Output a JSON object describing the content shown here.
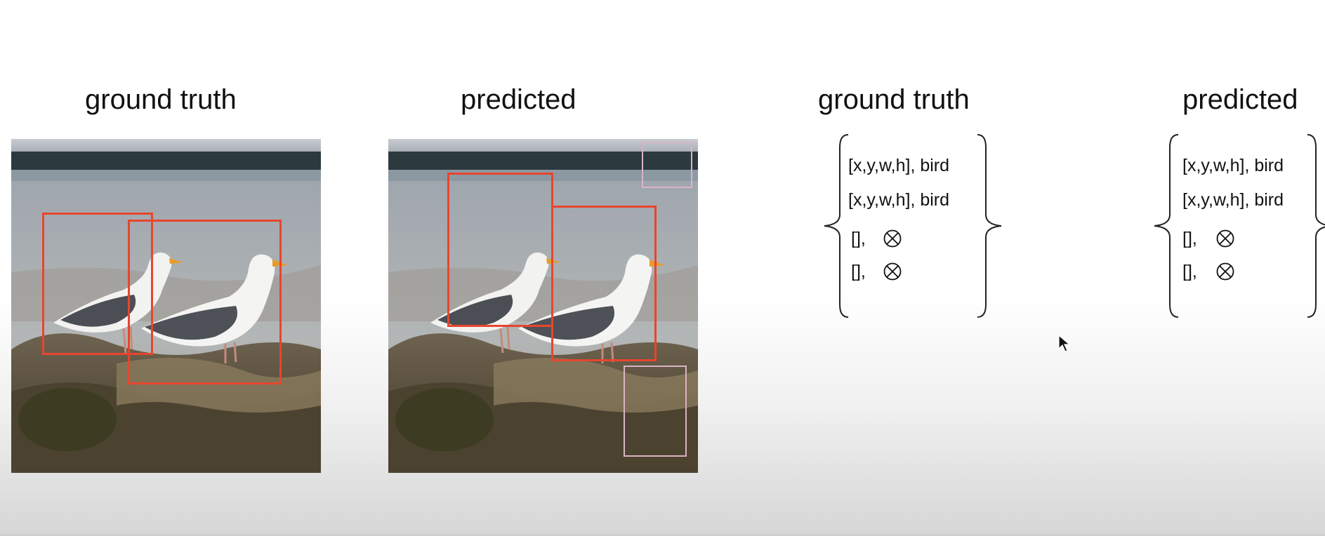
{
  "headings": {
    "image_ground_truth": "ground truth",
    "image_predicted": "predicted",
    "set_ground_truth": "ground truth",
    "set_predicted": "predicted"
  },
  "ground_truth_set": {
    "rows": [
      "[x,y,w,h], bird",
      "[x,y,w,h], bird"
    ],
    "empty_rows": [
      "[],",
      "[],"
    ]
  },
  "predicted_set": {
    "rows": [
      "[x,y,w,h], bird",
      "[x,y,w,h], bird"
    ],
    "empty_rows": [
      "[],",
      "[],"
    ]
  },
  "colors": {
    "box_highlight": "#e8452e",
    "box_faint": "#d9b3c4"
  },
  "icons": {
    "no_object": "otimes-icon",
    "pointer": "mouse-cursor-icon"
  }
}
